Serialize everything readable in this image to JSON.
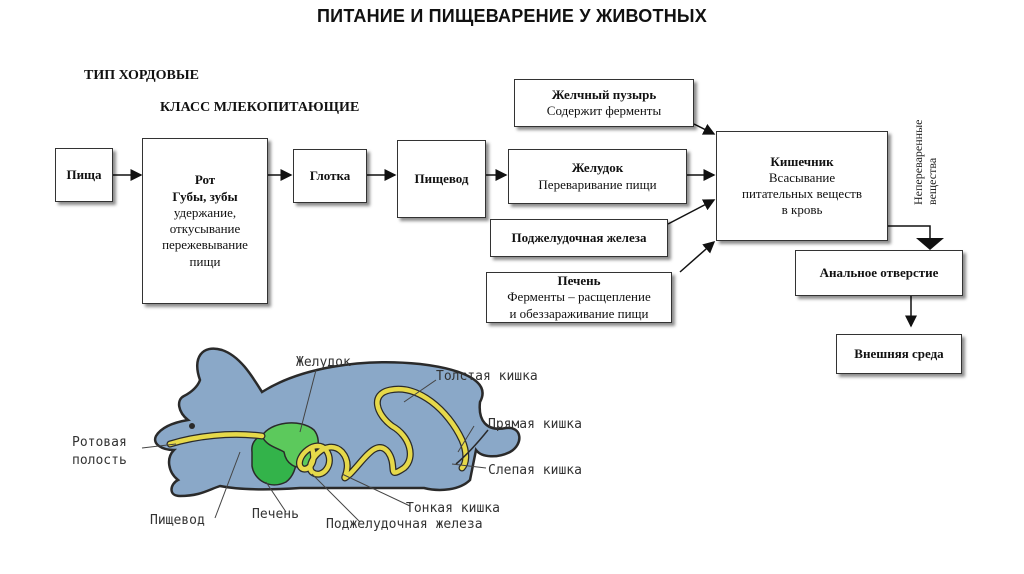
{
  "title": "ПИТАНИЕ И ПИЩЕВАРЕНИЕ У ЖИВОТНЫХ",
  "type_heading": "ТИП ХОРДОВЫЕ",
  "class_heading": "КЛАСС МЛЕКОПИТАЮЩИЕ",
  "boxes": {
    "food": "Пища",
    "mouth": {
      "title": "Рот",
      "subtitle": "Губы, зубы",
      "lines": [
        "удержание,",
        "откусывание",
        "пережевывание",
        "пищи"
      ]
    },
    "pharynx": "Глотка",
    "esophagus": "Пищевод",
    "gallbladder": {
      "title": "Желчный пузырь",
      "text": "Содержит ферменты"
    },
    "stomach": {
      "title": "Желудок",
      "text": "Переваривание пищи"
    },
    "pancreas": "Поджелудочная железа",
    "liver": {
      "title": "Печень",
      "lines": [
        "Ферменты – расщепление",
        "и обеззараживание пищи"
      ]
    },
    "intestine": {
      "title": "Кишечник",
      "lines": [
        "Всасывание",
        "питательных веществ",
        "в кровь"
      ]
    },
    "anus": "Анальное отверстие",
    "environment": "Внешняя среда"
  },
  "undigested_label": [
    "Непереваренные",
    "вещества"
  ],
  "rabbit_labels": {
    "stomach": "Желудок",
    "large_intestine": "Толстая кишка",
    "rectum": "Прямая кишка",
    "cecum": "Слепая кишка",
    "oral_cavity_1": "Ротовая",
    "oral_cavity_2": "полость",
    "esophagus": "Пищевод",
    "liver": "Печень",
    "small_intestine": "Тонкая кишка",
    "pancreas": "Поджелудочная железа"
  },
  "colors": {
    "body": "#8aa8c8",
    "body_outline": "#2a2a2a",
    "gut": "#e6d94a",
    "liver": "#33b34a",
    "stomach": "#5cc95c"
  }
}
